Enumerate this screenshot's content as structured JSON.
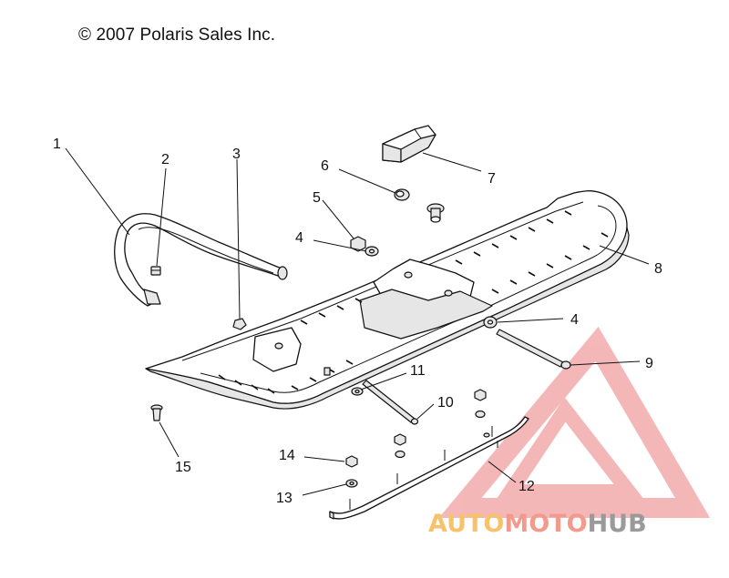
{
  "copyright": "© 2007 Polaris Sales Inc.",
  "callouts": [
    {
      "id": "c1",
      "label": "1"
    },
    {
      "id": "c2",
      "label": "2"
    },
    {
      "id": "c3",
      "label": "3"
    },
    {
      "id": "c4a",
      "label": "4"
    },
    {
      "id": "c4b",
      "label": "4"
    },
    {
      "id": "c5",
      "label": "5"
    },
    {
      "id": "c6",
      "label": "6"
    },
    {
      "id": "c7",
      "label": "7"
    },
    {
      "id": "c8",
      "label": "8"
    },
    {
      "id": "c9",
      "label": "9"
    },
    {
      "id": "c10",
      "label": "10"
    },
    {
      "id": "c11",
      "label": "11"
    },
    {
      "id": "c12",
      "label": "12"
    },
    {
      "id": "c13",
      "label": "13"
    },
    {
      "id": "c14",
      "label": "14"
    },
    {
      "id": "c15",
      "label": "15"
    }
  ],
  "watermark": {
    "part1": "AUTO",
    "part2": "MOTO",
    "part3": "HUB",
    "color_auto": "#f6c36a",
    "color_moto": "#f39a8c",
    "color_hub": "#9a9a9a",
    "triangle_color": "#f0a0a0"
  }
}
